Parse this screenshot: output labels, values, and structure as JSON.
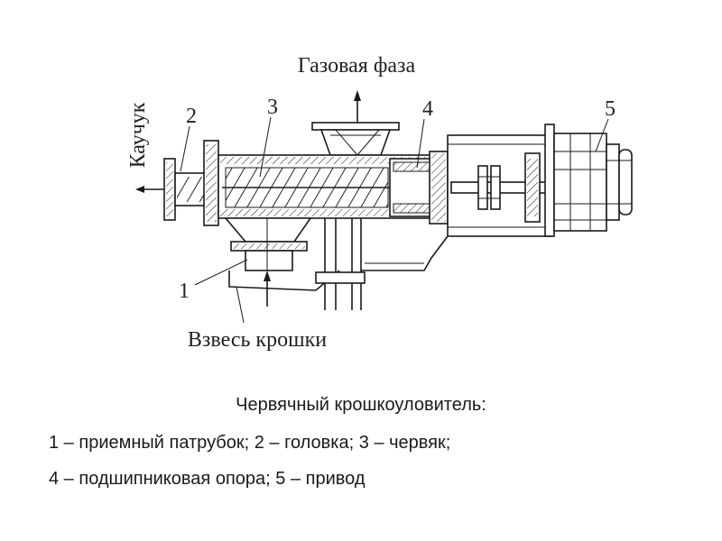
{
  "diagram": {
    "labels": {
      "gas_phase": "Газовая фаза",
      "rubber": "Каучук",
      "slurry": "Взвесь крошки",
      "n1": "1",
      "n2": "2",
      "n3": "3",
      "n4": "4",
      "n5": "5"
    }
  },
  "caption": {
    "title": "Червячный крошкоуловитель:",
    "line1": "1 – приемный патрубок;   2 – головка;   3 – червяк;",
    "line2": "4 – подшипниковая опора;  5 – привод"
  },
  "colors": {
    "line": "#1a1a1a",
    "text": "#222222",
    "background": "#ffffff"
  }
}
